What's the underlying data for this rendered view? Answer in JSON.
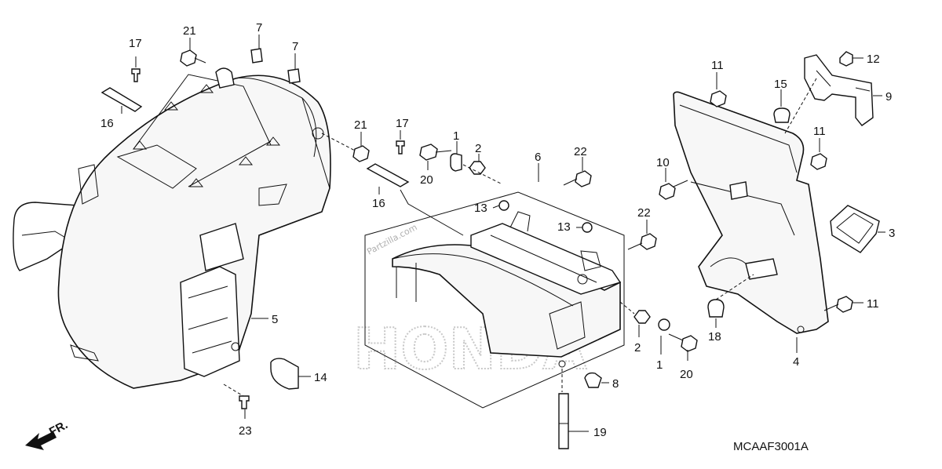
{
  "diagram": {
    "watermark_brand": "HONDA",
    "watermark_site": "Partzilla.com",
    "diagram_code": "MCAAF3001A",
    "direction_label": "FR.",
    "callouts": {
      "c1a": "1",
      "c1b": "1",
      "c2a": "2",
      "c2b": "2",
      "c3": "3",
      "c4": "4",
      "c5": "5",
      "c6": "6",
      "c7a": "7",
      "c7b": "7",
      "c8": "8",
      "c9": "9",
      "c10": "10",
      "c11a": "11",
      "c11b": "11",
      "c11c": "11",
      "c12": "12",
      "c13a": "13",
      "c13b": "13",
      "c14": "14",
      "c15": "15",
      "c16a": "16",
      "c16b": "16",
      "c17a": "17",
      "c17b": "17",
      "c18": "18",
      "c19": "19",
      "c20a": "20",
      "c20b": "20",
      "c21a": "21",
      "c21b": "21",
      "c22a": "22",
      "c22b": "22",
      "c23": "23"
    }
  }
}
